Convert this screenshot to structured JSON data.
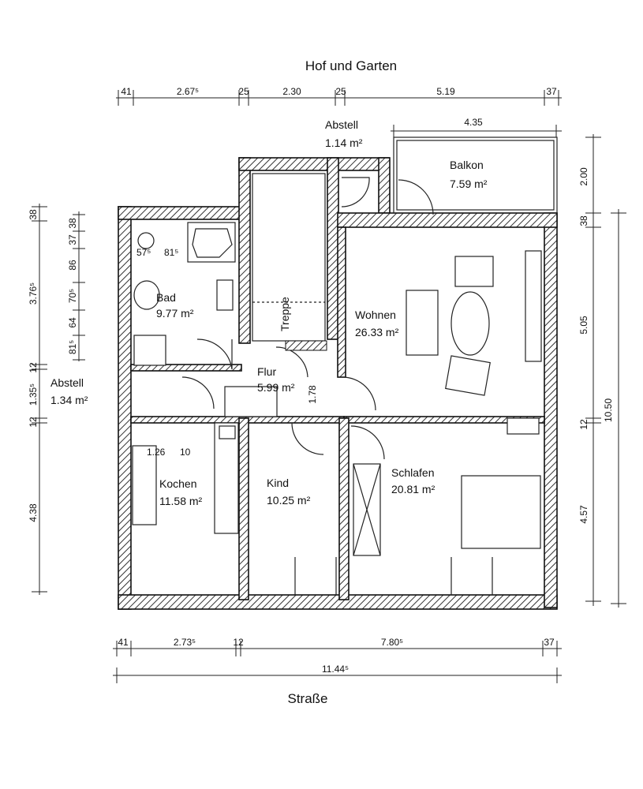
{
  "labels": {
    "top": "Hof und Garten",
    "bottom": "Straße"
  },
  "rooms": {
    "abstell_top": {
      "name": "Abstell",
      "area": "1.14 m²"
    },
    "balkon": {
      "name": "Balkon",
      "area": "7.59 m²"
    },
    "bad": {
      "name": "Bad",
      "area": "9.77 m²"
    },
    "treppe": {
      "name": "Treppe"
    },
    "wohnen": {
      "name": "Wohnen",
      "area": "26.33 m²"
    },
    "flur": {
      "name": "Flur",
      "area": "5.99 m²"
    },
    "abstell_left": {
      "name": "Abstell",
      "area": "1.34 m²"
    },
    "kochen": {
      "name": "Kochen",
      "area": "11.58 m²"
    },
    "kind": {
      "name": "Kind",
      "area": "10.25 m²"
    },
    "schlafen": {
      "name": "Schlafen",
      "area": "20.81 m²"
    }
  },
  "dims_top": [
    "41",
    "2.67⁵",
    "25",
    "2.30",
    "25",
    "5.19",
    "37"
  ],
  "dim_balkon_width": "4.35",
  "dims_right": [
    "2.00",
    "38",
    "5.05",
    "12",
    "4.57"
  ],
  "dim_right_total": "10.50",
  "dims_left": [
    "38",
    "3.76⁵",
    "12",
    "1.35⁵",
    "12",
    "4.38"
  ],
  "dims_bad": [
    "38",
    "37",
    "86",
    "70⁵",
    "64",
    "81⁵"
  ],
  "dims_bad_h": [
    "57⁵",
    "81⁵"
  ],
  "dims_kitchen": [
    "1.26",
    "10"
  ],
  "dim_flur_door": "1.78",
  "dims_bottom": [
    "41",
    "2.73⁵",
    "12",
    "7.80⁵",
    "37"
  ],
  "dim_bottom_total": "11.44⁵"
}
